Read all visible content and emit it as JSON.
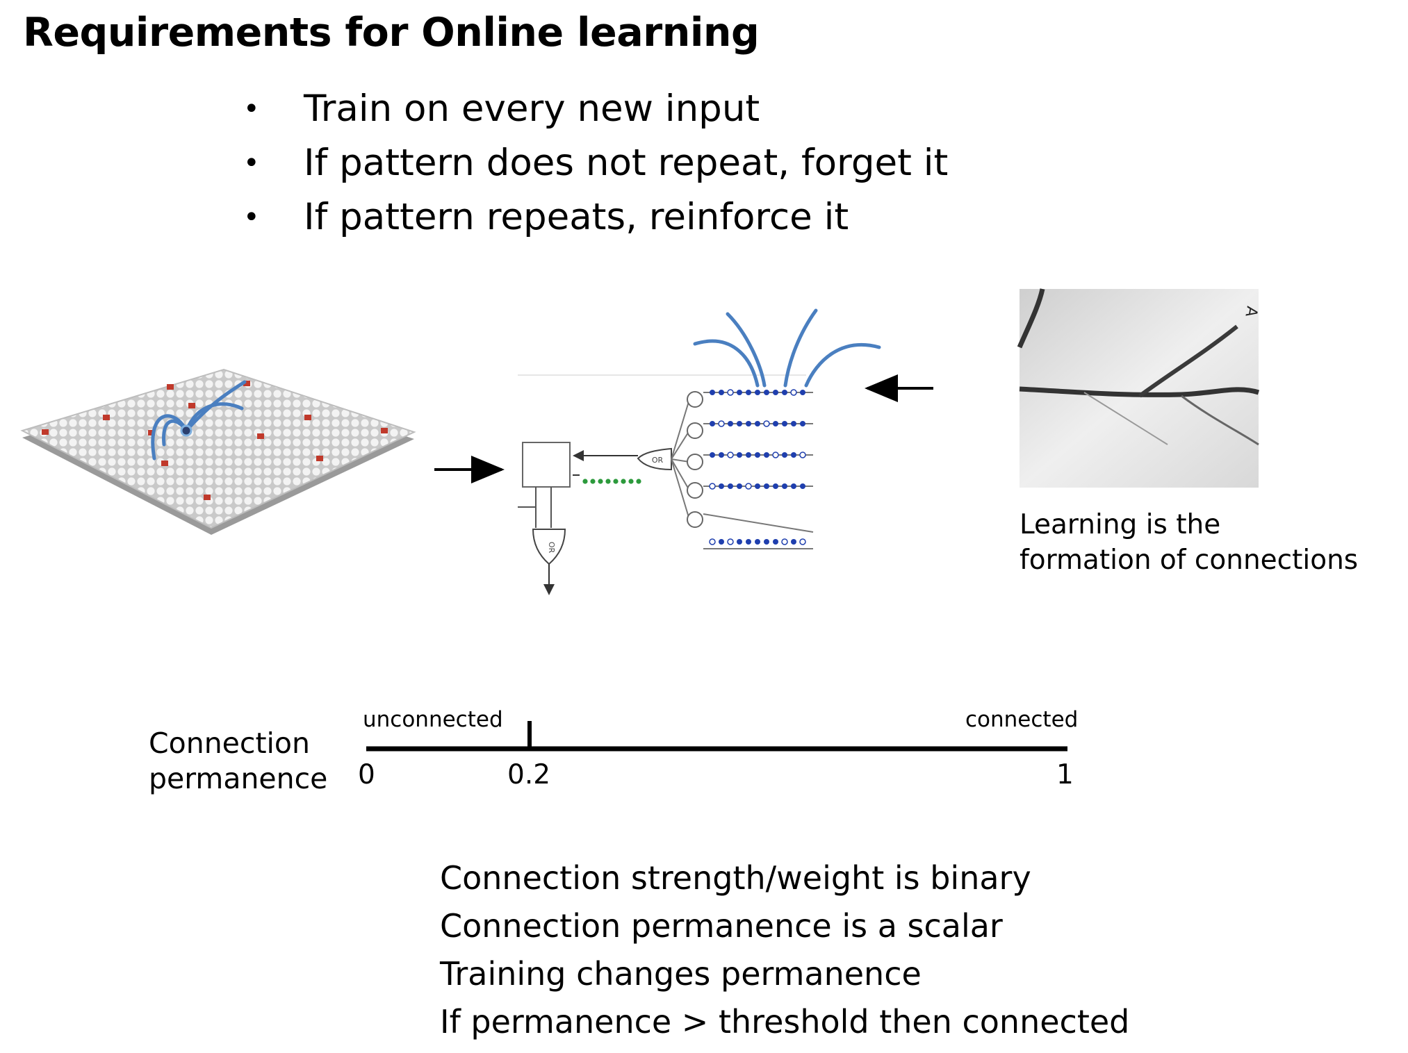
{
  "title": "Requirements for Online learning",
  "bullets": [
    "Train on every new input",
    "If pattern does not repeat, forget it",
    "If pattern repeats, reinforce it"
  ],
  "figure": {
    "or_gate_label": "OR",
    "photo_letter": "A",
    "caption_line1": "Learning is the",
    "caption_line2": "formation of connections"
  },
  "permanence": {
    "label_line1": "Connection",
    "label_line2": "permanence",
    "unconnected_label": "unconnected",
    "connected_label": "connected",
    "tick_min": "0",
    "tick_threshold": "0.2",
    "tick_max": "1"
  },
  "notes": [
    "Connection strength/weight is binary",
    "Connection permanence is a scalar",
    "Training changes permanence",
    "If permanence > threshold then connected"
  ],
  "colors": {
    "dendrite_blue": "#4a7fc0",
    "synapse_blue": "#1f3fae",
    "active_red": "#c0392b",
    "synapse_green": "#2c9a3c",
    "grid_gray": "#cfcfcf"
  }
}
